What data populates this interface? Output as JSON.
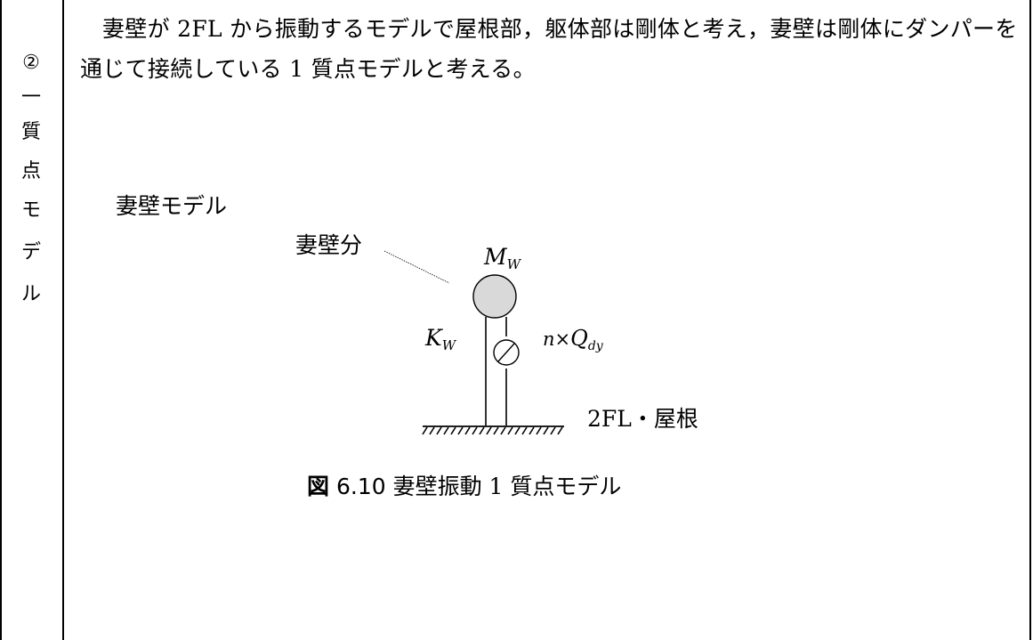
{
  "side_header": {
    "number": "②",
    "chars": [
      "一",
      "質",
      "点",
      "モ",
      "デ",
      "ル"
    ]
  },
  "description": "妻壁が 2FL から振動するモデルで屋根部，躯体部は剛体と考え，妻壁は剛体にダンパーを通じて接続している 1 質点モデルと考える。",
  "diagram": {
    "section_label": "妻壁モデル",
    "mass_callout": "妻壁分",
    "mass_label": {
      "base": "M",
      "sub": "W"
    },
    "spring_label": {
      "base": "K",
      "sub": "W"
    },
    "damper_label": {
      "prefix": "n×",
      "base": "Q",
      "sub": "dy"
    },
    "ground_label": "2FL・屋根",
    "colors": {
      "mass_fill": "#d9d9d9",
      "line": "#000000"
    }
  },
  "caption": {
    "fig_prefix": "図",
    "fig_number": " 6.10 ",
    "fig_title": "妻壁振動 1 質点モデル"
  }
}
